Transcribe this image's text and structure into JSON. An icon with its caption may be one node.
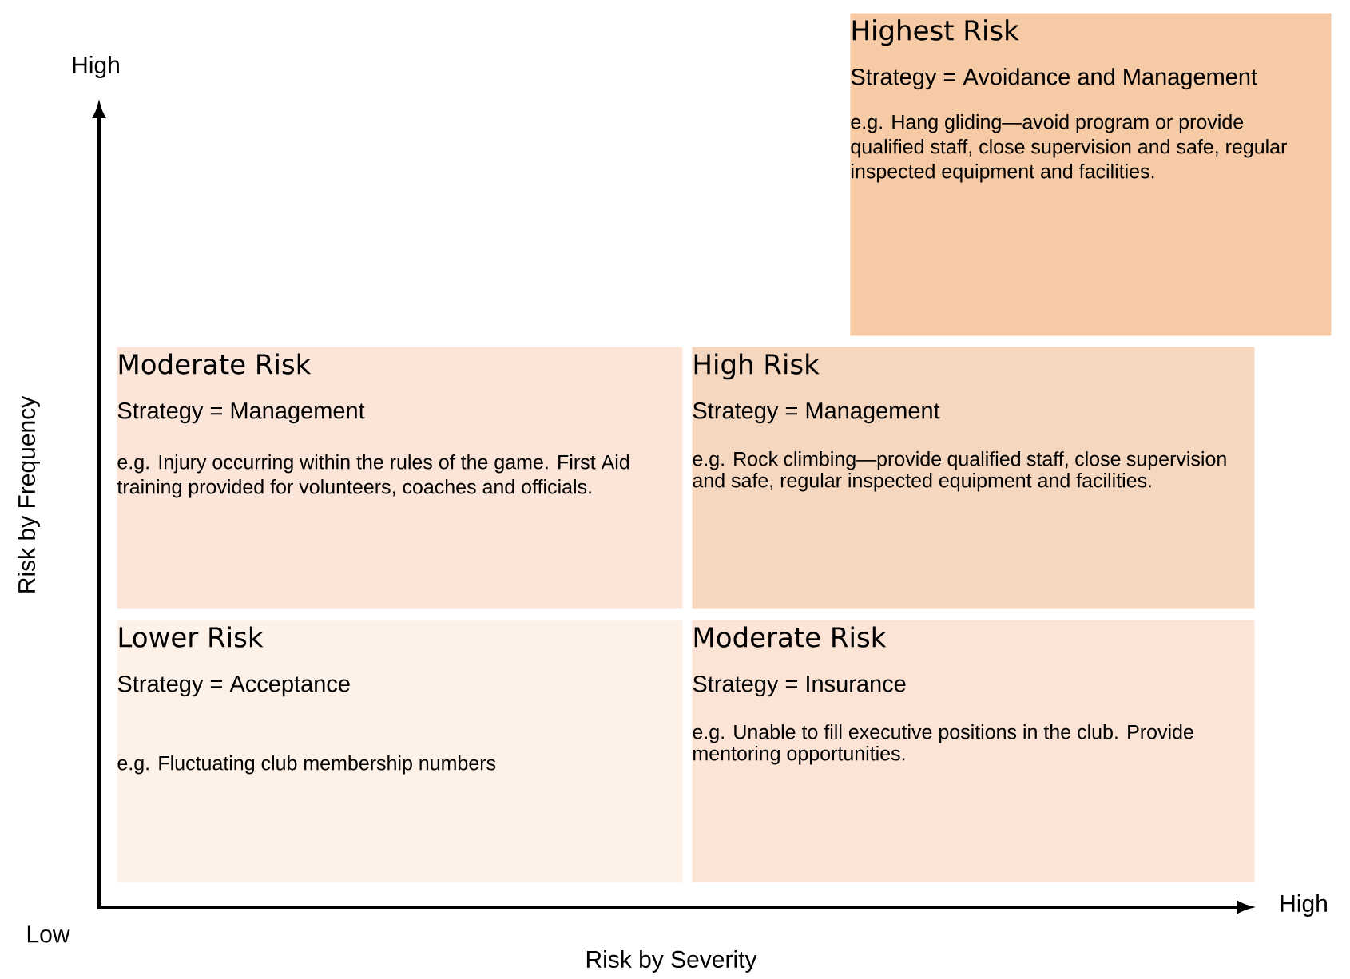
{
  "diagram": {
    "nodes": [
      {
        "text": [
          "Highest Risk",
          "Strategy = Avoidance and Management",
          "e.g. Hang gliding—avoid program or provide qualified staff, close supervision and safe, regular inspected equipment and facilities."
        ]
      },
      {
        "text": [
          "Moderate Risk",
          "Strategy = Management",
          "e.g. Injury occurring within the rules of the game. First Aid training provided for volunteers, coaches and officials."
        ]
      },
      {
        "text": [
          "High Risk",
          "Strategy = Management",
          "e.g. Rock climbing—provide qualified staff, close supervision and safe, regular inspected equipment and facilities."
        ]
      },
      {
        "text": [
          "Lower Risk",
          "Strategy = Acceptance",
          "e.g. Fluctuating club membership numbers"
        ]
      },
      {
        "text": [
          "Moderate Risk",
          "Strategy = Insurance",
          "e.g. Unable to fill executive positions in the club. Provide mentoring opportunities."
        ]
      }
    ],
    "labels": [
      "High",
      "Risk by Frequency",
      "Low",
      "Risk by Severity",
      "High"
    ]
  }
}
